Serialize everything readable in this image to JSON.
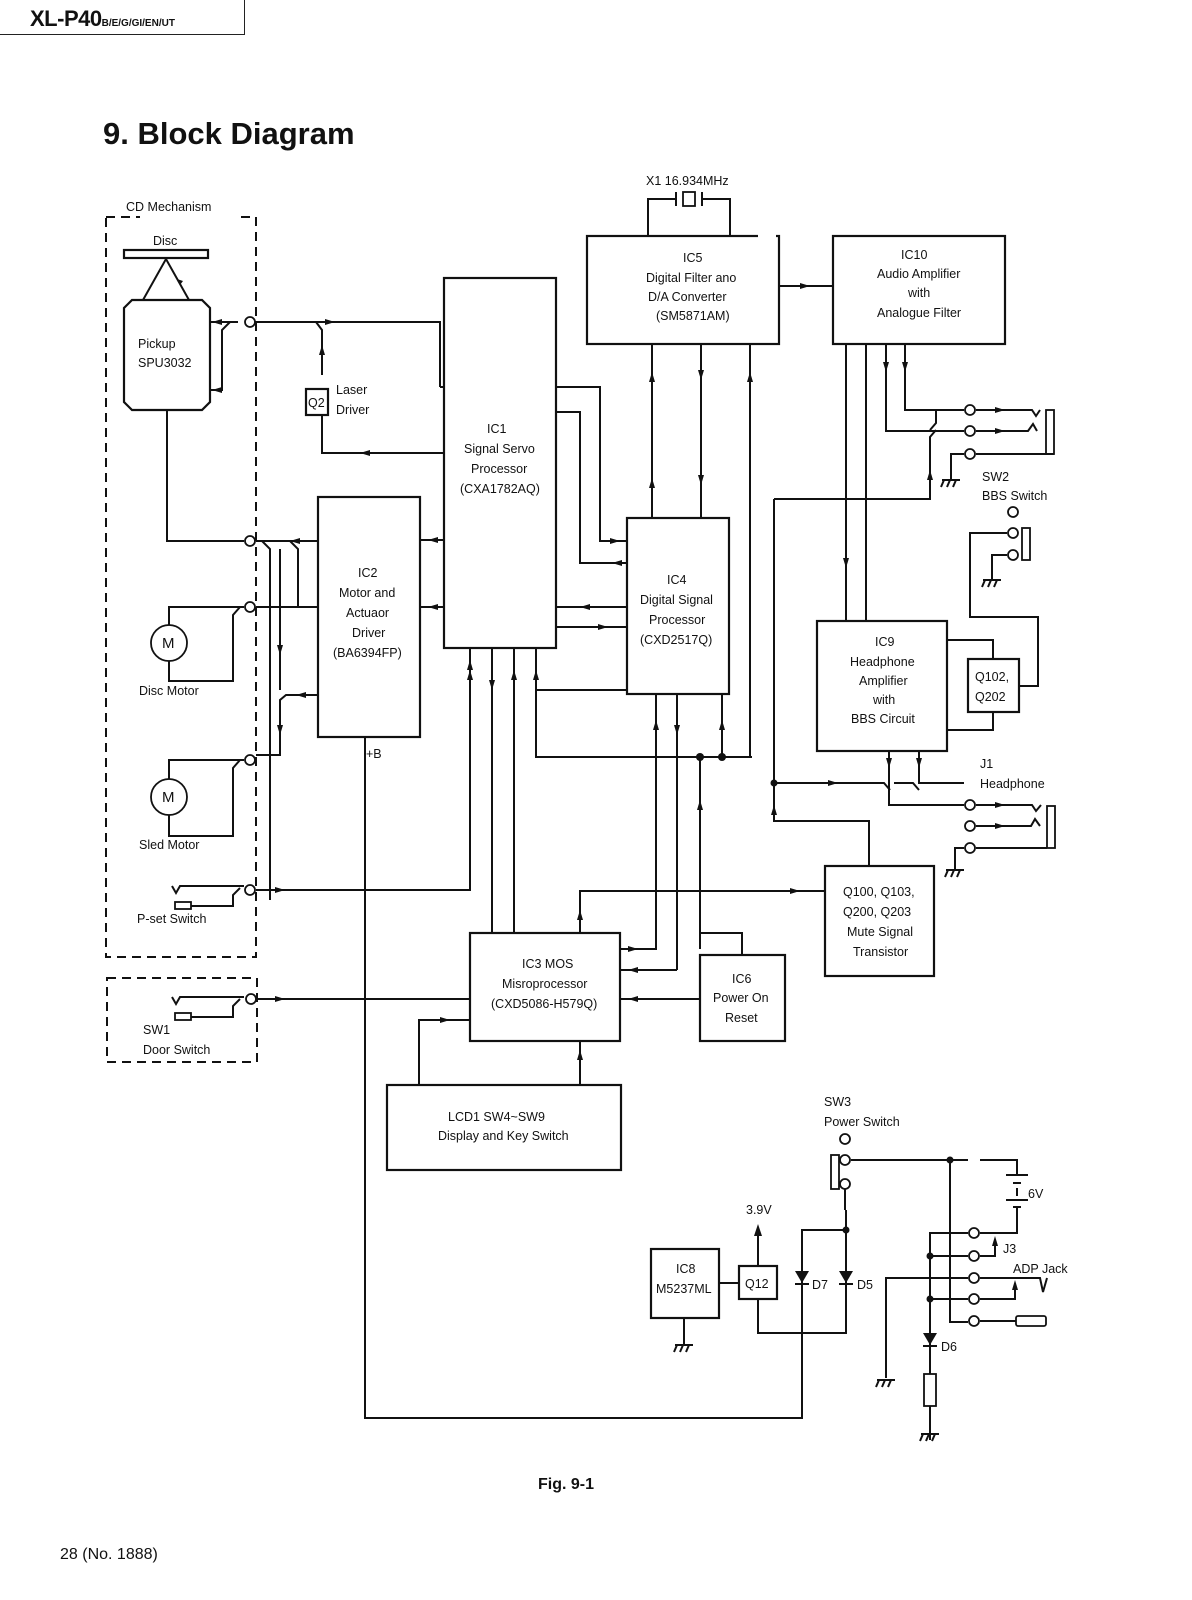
{
  "header": {
    "model": "XL-P40",
    "variants": "B/E/G/GI/EN/UT"
  },
  "section_title": "9. Block Diagram",
  "figure_caption": "Fig. 9-1",
  "page_number": "28 (No. 1888)",
  "diagram": {
    "groups": {
      "cd_mechanism": "CD Mechanism"
    },
    "components": {
      "disc": "Disc",
      "pickup": [
        "Pickup",
        "SPU3032"
      ],
      "q2": "Q2",
      "laser_driver": [
        "Laser",
        "Driver"
      ],
      "ic1": [
        "IC1",
        "Signal Servo",
        "Processor",
        "(CXA1782AQ)"
      ],
      "ic2": [
        "IC2",
        "Motor and",
        "Actuaor",
        "Driver",
        "(BA6394FP)"
      ],
      "ic4": [
        "IC4",
        "Digital Signal",
        "Processor",
        "(CXD2517Q)"
      ],
      "ic5": [
        "IC5",
        "Digital Filter ano",
        "D/A Converter",
        "(SM5871AM)"
      ],
      "ic10": [
        "IC10",
        "Audio Amplifier",
        "with",
        "Analogue Filter"
      ],
      "crystal": "X1  16.934MHz",
      "ic9": [
        "IC9",
        "Headphone",
        "Amplifier",
        "with",
        "BBS Circuit"
      ],
      "q102": [
        "Q102,",
        "Q202"
      ],
      "mute": [
        "Q100, Q103,",
        "Q200, Q203",
        "Mute Signal",
        "Transistor"
      ],
      "ic3": [
        "IC3 MOS",
        "Misroprocessor",
        "(CXD5086-H579Q)"
      ],
      "ic6": [
        "IC6",
        "Power On",
        "Reset"
      ],
      "lcd": [
        "LCD1     SW4~SW9",
        "Display and Key Switch"
      ],
      "ic8": [
        "IC8",
        "M5237ML"
      ],
      "q12": "Q12",
      "motor_symbol": "M",
      "disc_motor": "Disc Motor",
      "sled_motor": "Sled Motor",
      "pset_switch": "P-set Switch",
      "sw1": [
        "SW1",
        "Door Switch"
      ],
      "sw2": [
        "SW2",
        "BBS Switch"
      ],
      "j1": [
        "J1",
        "Headphone"
      ],
      "sw3": [
        "SW3",
        "Power Switch"
      ],
      "battery": "6V",
      "j3": "J3",
      "adp_jack": "ADP Jack",
      "plus_b": "+B",
      "v39": "3.9V",
      "d5": "D5",
      "d6": "D6",
      "d7": "D7"
    }
  }
}
